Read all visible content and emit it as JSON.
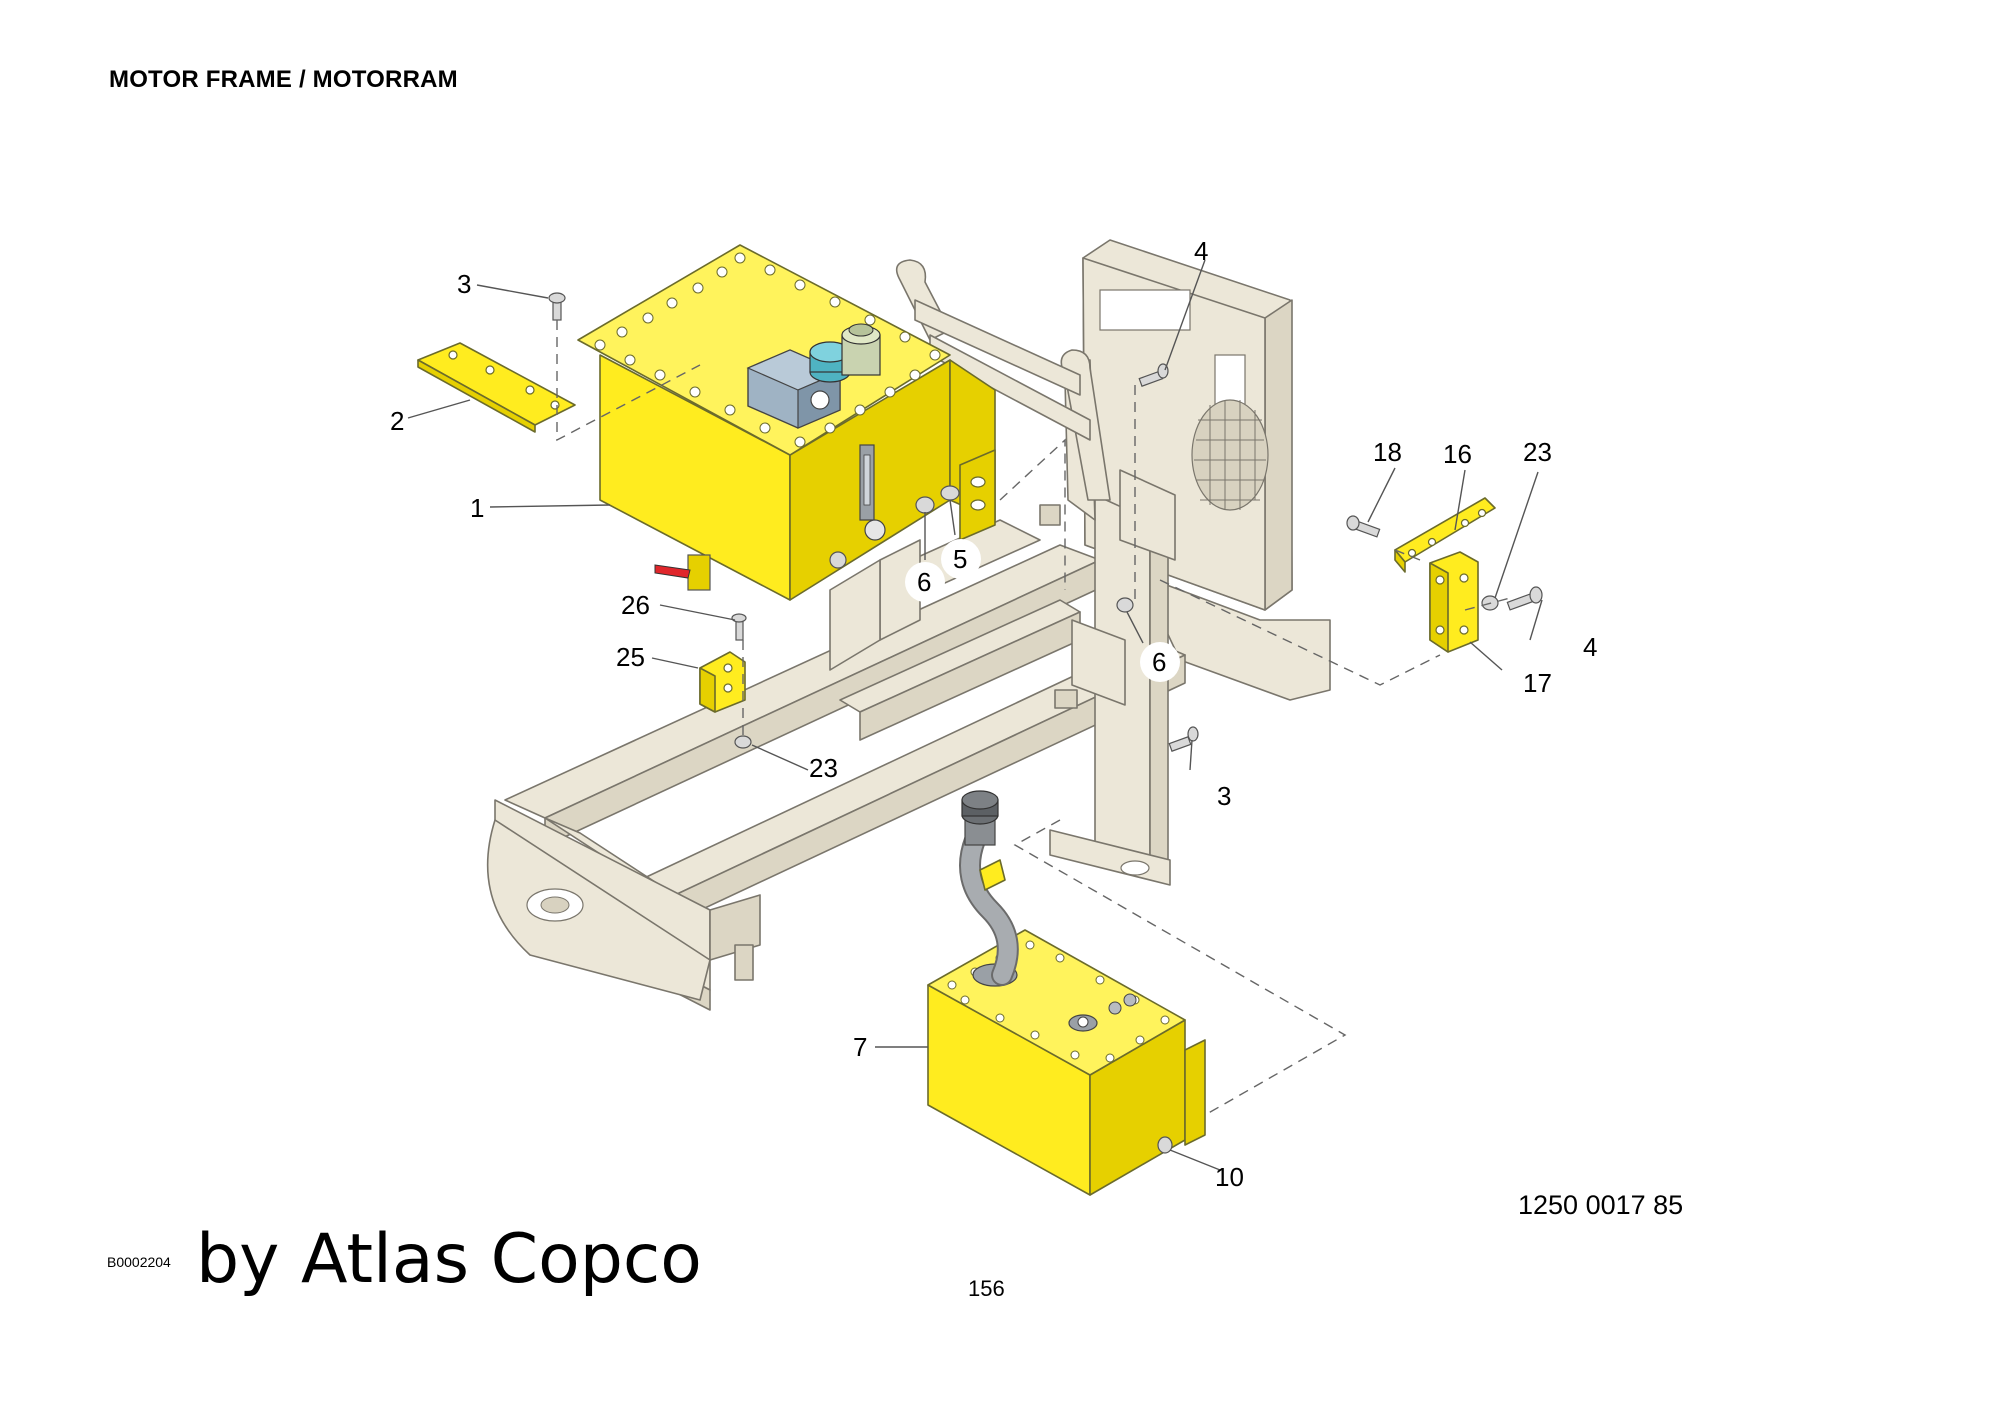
{
  "document": {
    "title": "MOTOR FRAME / MOTORRAM",
    "part_number": "1250 0017 85",
    "doc_code": "B0002204",
    "watermark": "by Atlas Copco",
    "page_number": "156"
  },
  "callouts": {
    "c1": "1",
    "c2": "2",
    "c3a": "3",
    "c3b": "3",
    "c4a": "4",
    "c4b": "4",
    "c5": "5",
    "c6a": "6",
    "c6b": "6",
    "c7": "7",
    "c10": "10",
    "c16": "16",
    "c17": "17",
    "c18": "18",
    "c23a": "23",
    "c23b": "23",
    "c25": "25",
    "c26": "26"
  },
  "colors": {
    "part_yellow": "#ffec1f",
    "frame_beige": "#ece7d8",
    "outline": "#6b6b6b",
    "valve_blue": "#9fb3c4",
    "cap_teal": "#4fb3c2",
    "handle_red": "#e0262b"
  }
}
